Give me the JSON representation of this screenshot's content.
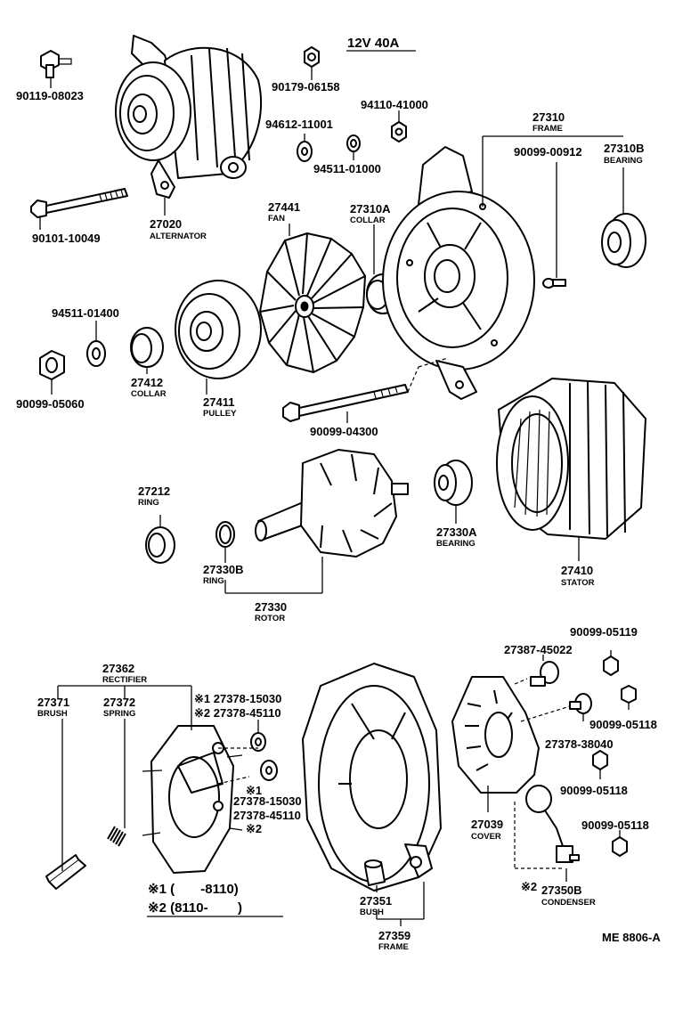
{
  "header": {
    "spec": "12V 40A"
  },
  "footer": {
    "ref": "ME 8806-A"
  },
  "legend": {
    "note1": "※1 (       -8110)",
    "note2": "※2 (8110-        )"
  },
  "parts": {
    "p90119_08023": {
      "num": "90119-08023"
    },
    "p27020": {
      "num": "27020",
      "name": "ALTERNATOR"
    },
    "p90179_06158": {
      "num": "90179-06158"
    },
    "p94612_11001": {
      "num": "94612-11001"
    },
    "p94110_41000": {
      "num": "94110-41000"
    },
    "p94511_01000": {
      "num": "94511-01000"
    },
    "p90101_10049": {
      "num": "90101-10049"
    },
    "p27441": {
      "num": "27441",
      "name": "FAN"
    },
    "p27310A": {
      "num": "27310A",
      "name": "COLLAR"
    },
    "p27310": {
      "num": "27310",
      "name": "FRAME"
    },
    "p90099_00912": {
      "num": "90099-00912"
    },
    "p27310B": {
      "num": "27310B",
      "name": "BEARING"
    },
    "p94511_01400": {
      "num": "94511-01400"
    },
    "p27412": {
      "num": "27412",
      "name": "COLLAR"
    },
    "p27411": {
      "num": "27411",
      "name": "PULLEY"
    },
    "p90099_05060": {
      "num": "90099-05060"
    },
    "p90099_04300": {
      "num": "90099-04300"
    },
    "p27212": {
      "num": "27212",
      "name": "RING"
    },
    "p27330B": {
      "num": "27330B",
      "name": "RING"
    },
    "p27330": {
      "num": "27330",
      "name": "ROTOR"
    },
    "p27330A": {
      "num": "27330A",
      "name": "BEARING"
    },
    "p27410": {
      "num": "27410",
      "name": "STATOR"
    },
    "p27362": {
      "num": "27362",
      "name": "RECTIFIER"
    },
    "p27371": {
      "num": "27371",
      "name": "BRUSH"
    },
    "p27372": {
      "num": "27372",
      "name": "SPRING"
    },
    "p27378_15030_a": {
      "num": "※1 27378-15030"
    },
    "p27378_45110_a": {
      "num": "※2 27378-45110"
    },
    "p27378_15030_b": {
      "num": "27378-15030",
      "mark": "※1"
    },
    "p27378_45110_b": {
      "num": "27378-45110",
      "mark": "※2"
    },
    "p90099_05119": {
      "num": "90099-05119"
    },
    "p27387_45022": {
      "num": "27387-45022"
    },
    "p90099_05118_a": {
      "num": "90099-05118"
    },
    "p27378_38040": {
      "num": "27378-38040"
    },
    "p90099_05118_b": {
      "num": "90099-05118"
    },
    "p90099_05118_c": {
      "num": "90099-05118"
    },
    "p27039": {
      "num": "27039",
      "name": "COVER"
    },
    "p27350B": {
      "num": "27350B",
      "name": "CONDENSER",
      "mark": "※2"
    },
    "p27351": {
      "num": "27351",
      "name": "BUSH"
    },
    "p27359": {
      "num": "27359",
      "name": "FRAME"
    }
  }
}
